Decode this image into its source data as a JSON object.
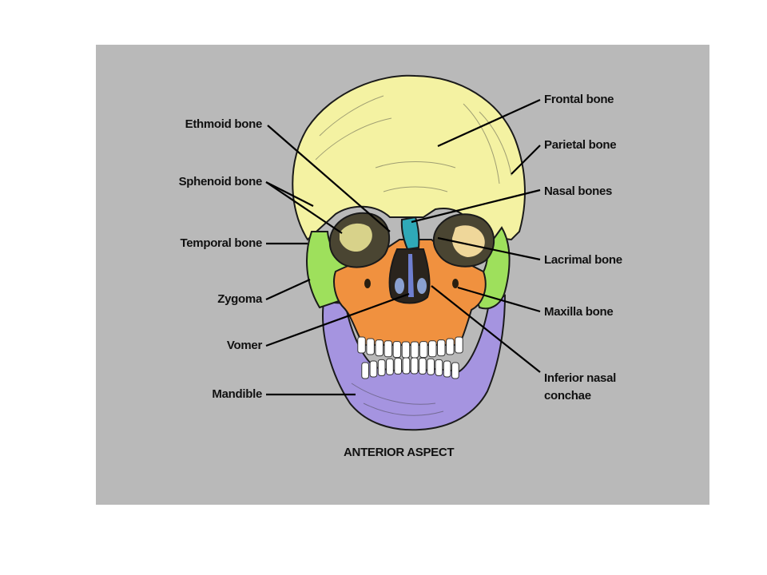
{
  "labels": {
    "left": {
      "ethmoid": "Ethmoid bone",
      "sphenoid": "Sphenoid bone",
      "temporal": "Temporal bone",
      "zygoma": "Zygoma",
      "vomer": "Vomer",
      "mandible": "Mandible"
    },
    "right": {
      "frontal": "Frontal bone",
      "parietal": "Parietal bone",
      "nasal": "Nasal bones",
      "lacrimal": "Lacrimal bone",
      "maxilla": "Maxilla bone",
      "conchae_line1": "Inferior nasal",
      "conchae_line2": "conchae"
    }
  },
  "caption": "ANTERIOR ASPECT",
  "colors": {
    "background": "#b9b9b9",
    "frontal": "#f4f2a2",
    "temporal_zygoma": "#9ee05c",
    "maxilla": "#f0913f",
    "mandible": "#a594e0",
    "nasal": "#2fa9b8",
    "lacrimal": "#efd79a",
    "sphenoid": "#d8d28a",
    "teeth": "#ffffff"
  }
}
